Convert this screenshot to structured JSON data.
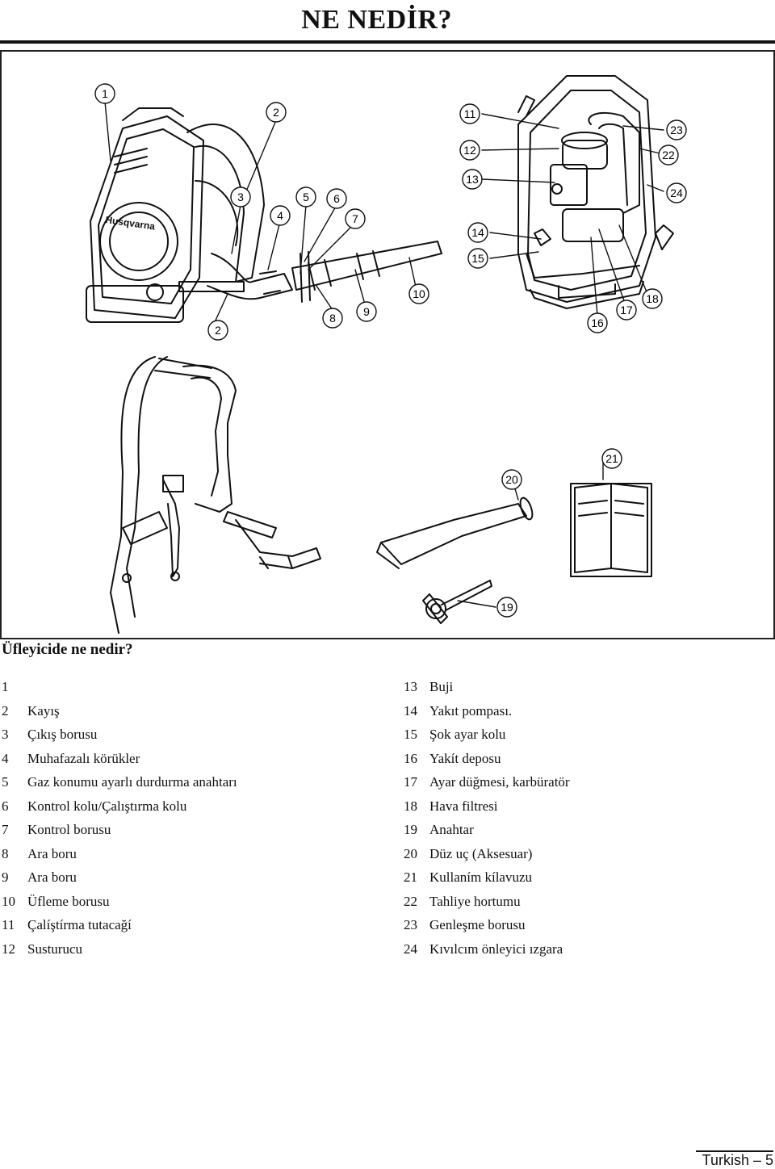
{
  "page": {
    "title": "NE NEDİR?",
    "footer": "Turkish – 5"
  },
  "figure": {
    "callouts": [
      "1",
      "2",
      "3",
      "4",
      "5",
      "6",
      "7",
      "2",
      "8",
      "9",
      "10",
      "11",
      "12",
      "13",
      "14",
      "15",
      "23",
      "22",
      "24",
      "16",
      "17",
      "18",
      "20",
      "21",
      "19"
    ],
    "logo_text": "Husqvarna"
  },
  "caption": "Üfleyicide ne nedir?",
  "parts_left": [
    {
      "num": "1",
      "label": ""
    },
    {
      "num": "2",
      "label": "Kayış"
    },
    {
      "num": "3",
      "label": "Çıkış borusu"
    },
    {
      "num": "4",
      "label": "Muhafazalı körükler"
    },
    {
      "num": "5",
      "label": "Gaz konumu ayarlı durdurma anahtarı"
    },
    {
      "num": "6",
      "label": "Kontrol kolu/Çalıştırma kolu"
    },
    {
      "num": "7",
      "label": "Kontrol borusu"
    },
    {
      "num": "8",
      "label": "Ara boru"
    },
    {
      "num": "9",
      "label": "Ara boru"
    },
    {
      "num": "10",
      "label": "Üfleme borusu"
    },
    {
      "num": "11",
      "label": "Çalíştírma tutacağí"
    },
    {
      "num": "12",
      "label": "Susturucu"
    }
  ],
  "parts_right": [
    {
      "num": "13",
      "label": "Buji"
    },
    {
      "num": "14",
      "label": "Yakıt pompası."
    },
    {
      "num": "15",
      "label": "Şok ayar kolu"
    },
    {
      "num": "16",
      "label": "Yakít deposu"
    },
    {
      "num": "17",
      "label": "Ayar düğmesi, karbüratör"
    },
    {
      "num": "18",
      "label": "Hava filtresi"
    },
    {
      "num": "19",
      "label": "Anahtar"
    },
    {
      "num": "20",
      "label": "Düz uç (Aksesuar)"
    },
    {
      "num": "21",
      "label": "Kullaním kílavuzu"
    },
    {
      "num": "22",
      "label": "Tahliye hortumu"
    },
    {
      "num": "23",
      "label": "Genleşme borusu"
    },
    {
      "num": "24",
      "label": "Kıvılcım önleyici ızgara"
    }
  ]
}
